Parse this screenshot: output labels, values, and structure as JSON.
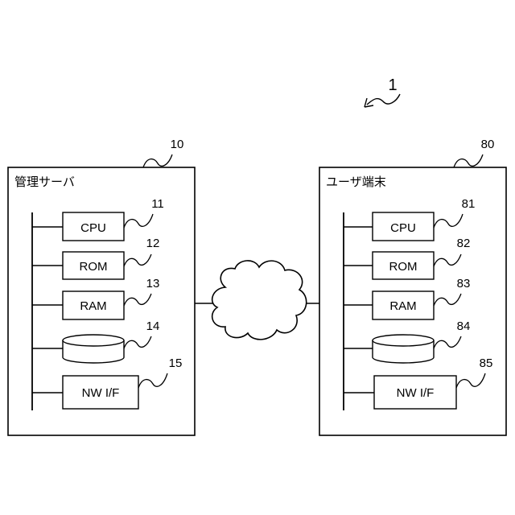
{
  "system": {
    "ref": "1"
  },
  "server": {
    "ref": "10",
    "title": "管理サーバ",
    "components": [
      {
        "ref": "11",
        "label": "CPU"
      },
      {
        "ref": "12",
        "label": "ROM"
      },
      {
        "ref": "13",
        "label": "RAM"
      },
      {
        "ref": "14",
        "label": ""
      },
      {
        "ref": "15",
        "label": "NW I/F"
      }
    ]
  },
  "terminal": {
    "ref": "80",
    "title": "ユーザ端末",
    "components": [
      {
        "ref": "81",
        "label": "CPU"
      },
      {
        "ref": "82",
        "label": "ROM"
      },
      {
        "ref": "83",
        "label": "RAM"
      },
      {
        "ref": "84",
        "label": ""
      },
      {
        "ref": "85",
        "label": "NW I/F"
      }
    ]
  }
}
